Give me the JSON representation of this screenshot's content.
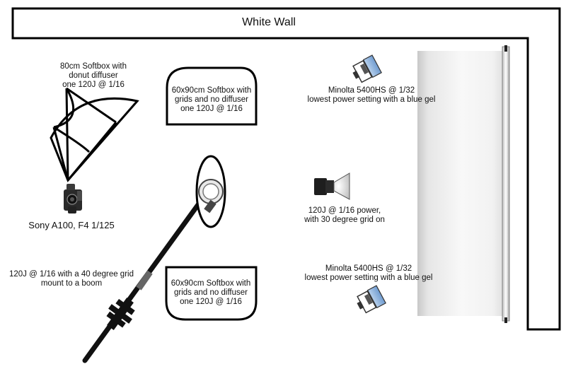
{
  "wall": {
    "title": "White Wall"
  },
  "labels": {
    "softbox_80": [
      "80cm Softbox with",
      "donut diffuser",
      "one 120J @ 1/16"
    ],
    "softbox_60_top": [
      "60x90cm Softbox with",
      "grids and no diffuser",
      "one 120J @ 1/16"
    ],
    "softbox_60_bottom": [
      "60x90cm Softbox with",
      "grids and no diffuser",
      "one 120J @ 1/16"
    ],
    "minolta_top": [
      "Minolta 5400HS @ 1/32",
      "lowest power setting with a blue gel"
    ],
    "minolta_bottom": [
      "Minolta 5400HS @ 1/32",
      "lowest power setting with a blue gel"
    ],
    "camera": [
      "Sony A100, F4 1/125"
    ],
    "grid_head": [
      "120J @ 1/16 power,",
      "with 30 degree grid on"
    ],
    "boom": [
      "120J @ 1/16 with a 40 degree grid",
      "mount to a boom"
    ]
  },
  "colors": {
    "line": "#000000",
    "gel_blue": "#8fb4dc",
    "backdrop_light": "#f4f4f4",
    "backdrop_shade": "#d2d2d2"
  }
}
